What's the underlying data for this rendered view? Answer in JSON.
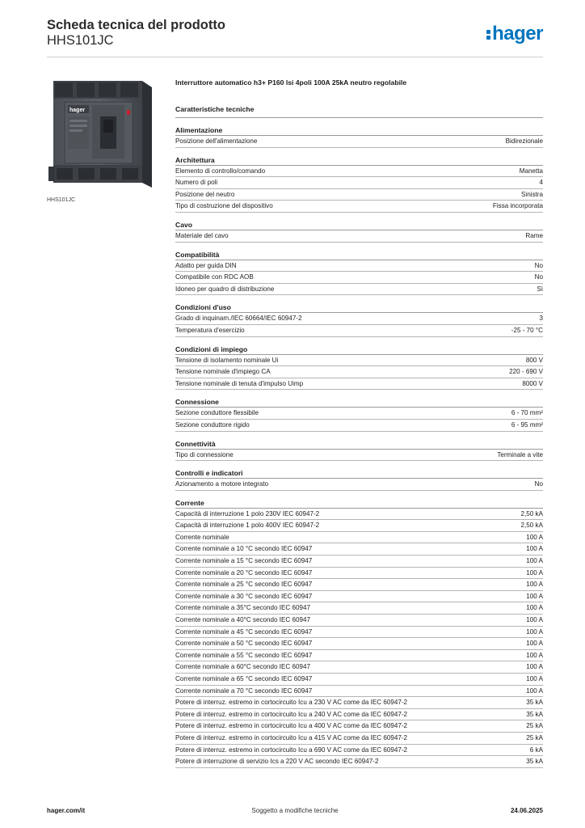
{
  "header": {
    "title": "Scheda tecnica del prodotto",
    "product_code": "HHS101JC",
    "logo_text": "hager",
    "brand_color": "#0075be"
  },
  "product": {
    "description": "Interruttore automatico h3+ P160 lsi 4poli 100A 25kA neutro regolabile",
    "image_caption": "HHS101JC",
    "image_icon": "circuit-breaker-4-pole-image",
    "device_label": "hager"
  },
  "specs_title": "Caratteristiche tecniche",
  "sections": [
    {
      "title": "Alimentazione",
      "rows": [
        {
          "label": "Posizione dell'alimentazione",
          "value": "Bidirezionale"
        }
      ]
    },
    {
      "title": "Architettura",
      "rows": [
        {
          "label": "Elemento di controllo/comando",
          "value": "Manetta"
        },
        {
          "label": "Numero di poli",
          "value": "4"
        },
        {
          "label": "Posizione del neutro",
          "value": "Sinistra"
        },
        {
          "label": "Tipo di costruzione del dispositivo",
          "value": "Fissa incorporata"
        }
      ]
    },
    {
      "title": "Cavo",
      "rows": [
        {
          "label": "Materiale del cavo",
          "value": "Rame"
        }
      ]
    },
    {
      "title": "Compatibilità",
      "rows": [
        {
          "label": "Adatto per guida DIN",
          "value": "No"
        },
        {
          "label": "Compatibile con RDC AOB",
          "value": "No"
        },
        {
          "label": "Idoneo per quadro di distribuzione",
          "value": "Sì"
        }
      ]
    },
    {
      "title": "Condizioni d'uso",
      "rows": [
        {
          "label": "Grado di inquinam./IEC 60664/IEC 60947-2",
          "value": "3"
        },
        {
          "label": "Temperatura d'esercizio",
          "value": "-25 - 70 °C"
        }
      ]
    },
    {
      "title": "Condizioni di impiego",
      "rows": [
        {
          "label": "Tensione di isolamento nominale Ui",
          "value": "800 V"
        },
        {
          "label": "Tensione nominale d'impiego CA",
          "value": "220 - 690 V"
        },
        {
          "label": "Tensione nominale di tenuta d'impulso Uimp",
          "value": "8000 V"
        }
      ]
    },
    {
      "title": "Connessione",
      "rows": [
        {
          "label": "Sezione conduttore flessibile",
          "value": "6 - 70 mm²"
        },
        {
          "label": "Sezione conduttore rigido",
          "value": "6 - 95 mm²"
        }
      ]
    },
    {
      "title": "Connettività",
      "rows": [
        {
          "label": "Tipo di connessione",
          "value": "Terminale a vite"
        }
      ]
    },
    {
      "title": "Controlli e indicatori",
      "rows": [
        {
          "label": "Azionamento a motore integrato",
          "value": "No"
        }
      ]
    },
    {
      "title": "Corrente",
      "rows": [
        {
          "label": "Capacità di interruzione 1 polo 230V IEC 60947-2",
          "value": "2,50 kA"
        },
        {
          "label": "Capacità di interruzione 1 polo 400V IEC 60947-2",
          "value": "2,50 kA"
        },
        {
          "label": "Corrente nominale",
          "value": "100 A"
        },
        {
          "label": "Corrente nominale a 10 °C secondo IEC 60947",
          "value": "100 A"
        },
        {
          "label": "Corrente nominale a 15 °C secondo IEC 60947",
          "value": "100 A"
        },
        {
          "label": "Corrente nominale a 20 °C secondo IEC 60947",
          "value": "100 A"
        },
        {
          "label": "Corrente nominale a 25 °C secondo IEC 60947",
          "value": "100 A"
        },
        {
          "label": "Corrente nominale a 30 °C secondo IEC 60947",
          "value": "100 A"
        },
        {
          "label": "Corrente nominale a 35°C secondo IEC 60947",
          "value": "100 A"
        },
        {
          "label": "Corrente nominale a 40°C secondo IEC 60947",
          "value": "100 A"
        },
        {
          "label": "Corrente nominale a 45 °C secondo IEC 60947",
          "value": "100 A"
        },
        {
          "label": "Corrente nominale a 50 °C secondo IEC 60947",
          "value": "100 A"
        },
        {
          "label": "Corrente nominale a 55 °C secondo IEC 60947",
          "value": "100 A"
        },
        {
          "label": "Corrente nominale a 60°C secondo IEC 60947",
          "value": "100 A"
        },
        {
          "label": "Corrente nominale a 65 °C secondo IEC 60947",
          "value": "100 A"
        },
        {
          "label": "Corrente nominale a 70 °C secondo IEC 60947",
          "value": "100 A"
        },
        {
          "label": "Potere di interruz. estremo in cortocircuito Icu a 230 V AC come da IEC 60947-2",
          "value": "35 kA"
        },
        {
          "label": "Potere di interruz. estremo in cortocircuito Icu a 240 V AC come da IEC 60947-2",
          "value": "35 kA"
        },
        {
          "label": "Potere di interruz. estremo in cortocircuito Icu a 400 V AC come da IEC 60947-2",
          "value": "25 kA"
        },
        {
          "label": "Potere di interruz. estremo in cortocircuito Icu a 415 V AC come da IEC 60947-2",
          "value": "25 kA"
        },
        {
          "label": "Potere di interruz. estremo in cortocircuito Icu a 690 V AC come da IEC 60947-2",
          "value": "6 kA"
        },
        {
          "label": "Potere di interruzione di servizio Ics a 220 V AC secondo IEC 60947-2",
          "value": "35 kA"
        }
      ]
    }
  ],
  "footer": {
    "website": "hager.com/it",
    "note": "Soggetto a modifiche tecniche",
    "date": "24.06.2025"
  }
}
